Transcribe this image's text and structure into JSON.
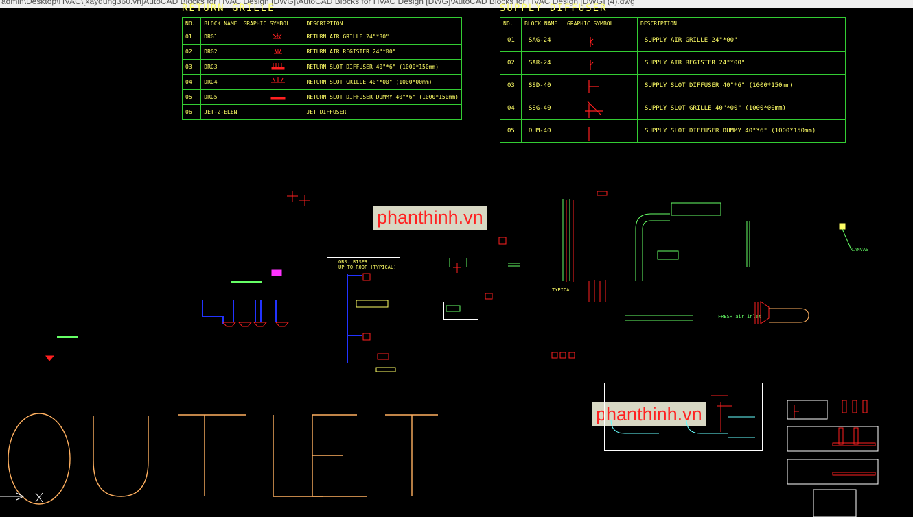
{
  "window": {
    "title": "admin\\Desktop\\HVAC\\[xaydung360.vn]AutoCAD Blocks for HVAC Design [DWG]\\AutoCAD Blocks for HVAC Design [DWG]\\AutoCAD Blocks for HVAC Design [DWG] (4).dwg"
  },
  "return_table": {
    "title": "RETURN GRILLE",
    "headers": [
      "NO.",
      "BLOCK NAME",
      "GRAPHIC SYMBOL",
      "DESCRIPTION"
    ],
    "rows": [
      {
        "no": "01",
        "block": "DRG1",
        "desc": "RETURN AIR GRILLE 24\"*30\""
      },
      {
        "no": "02",
        "block": "DRG2",
        "desc": "RETURN AIR REGISTER 24\"*00\""
      },
      {
        "no": "03",
        "block": "DRG3",
        "desc": "RETURN SLOT DIFFUSER 40\"*6\" (1000*150mm)"
      },
      {
        "no": "04",
        "block": "DRG4",
        "desc": "RETURN SLOT GRILLE 40\"*00\" (1000*00mm)"
      },
      {
        "no": "05",
        "block": "DRG5",
        "desc": "RETURN SLOT DIFFUSER DUMMY 40\"*6\" (1000*150mm)"
      },
      {
        "no": "06",
        "block": "JET-2-ELEN",
        "desc": "JET DIFFUSER"
      }
    ]
  },
  "supply_table": {
    "title": "SUPPLY DIFFUSER",
    "headers": [
      "NO.",
      "BLOCK NAME",
      "GRAPHIC SYMBOL",
      "DESCRIPTION"
    ],
    "rows": [
      {
        "no": "01",
        "block": "SAG-24",
        "desc": "SUPPLY AIR GRILLE 24\"*00\""
      },
      {
        "no": "02",
        "block": "SAR-24",
        "desc": "SUPPLY AIR REGISTER 24\"*00\""
      },
      {
        "no": "03",
        "block": "SSD-40",
        "desc": "SUPPLY SLOT DIFFUSER 40\"*6\" (1000*150mm)"
      },
      {
        "no": "04",
        "block": "SSG-40",
        "desc": "SUPPLY SLOT GRILLE 40\"*00\" (1000*00mm)"
      },
      {
        "no": "05",
        "block": "DUM-40",
        "desc": "SUPPLY SLOT DIFFUSER DUMMY 40\"*6\" (1000*150mm)"
      }
    ]
  },
  "watermarks": {
    "primary": "phanthinh.vn",
    "secondary": "phanthinh.vn"
  },
  "labels": {
    "outlet": "OUTLET",
    "canvas": "CANVAS",
    "riser_title": "ORS. RISER",
    "riser_sub": "UP TO ROOF (TYPICAL)",
    "fresh_air": "FRESH air inlet",
    "typical": "TYPICAL"
  },
  "colors": {
    "table_border": "#33cc33",
    "text": "#ffff66",
    "red": "#ff2020",
    "blue": "#2233ff",
    "magenta": "#ff33ff",
    "green": "#66ff66",
    "orange": "#ffb060",
    "watermark_bg": "#d8d8c4"
  }
}
